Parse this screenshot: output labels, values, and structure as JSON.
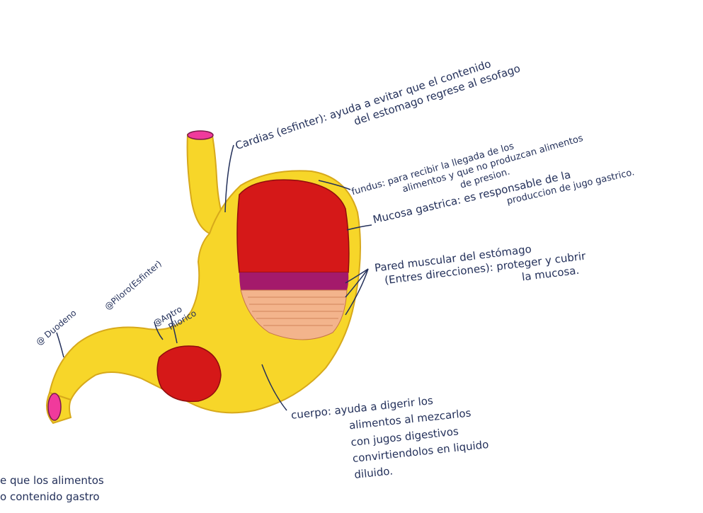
{
  "colors": {
    "organ_yellow": "#f7d629",
    "organ_outline": "#d7a91b",
    "mucosa_red": "#d51818",
    "muscle_purple": "#a41a6b",
    "muscle_orange": "#f3b48c",
    "lumen_pink": "#f03a9c",
    "ink": "#23305a"
  },
  "labels": {
    "cardias": {
      "line1": "Cardias (esfinter): ayuda a evitar que el contenido",
      "line2": "del estomago regrese al esofago"
    },
    "fundus": {
      "line1": "fundus: para recibir la llegada de los",
      "line2": "alimentos y que no produzcan alimentos",
      "line3": "de presion."
    },
    "mucosa": {
      "line1": "Mucosa gastrica: es responsable de la",
      "line2": "produccion de jugo gastrico."
    },
    "pared": {
      "line1": "Pared muscular del estómago",
      "line2": "(Entres direcciones): proteger y cubrir",
      "line3": "la mucosa."
    },
    "piloro": "@Piloro(Esfinter)",
    "antro": {
      "line1": "@Antro",
      "line2": "Pilorico"
    },
    "duodeno": "@ Duodeno",
    "cuerpo": {
      "line1": "cuerpo: ayuda a digerir los",
      "line2": "alimentos al mezcarlos",
      "line3": "con jugos digestivos",
      "line4": "convirtiendolos en liquido",
      "line5": "diluido."
    },
    "bottom_left": {
      "line1": "e que los alimentos",
      "line2": "o contenido gastro"
    }
  }
}
